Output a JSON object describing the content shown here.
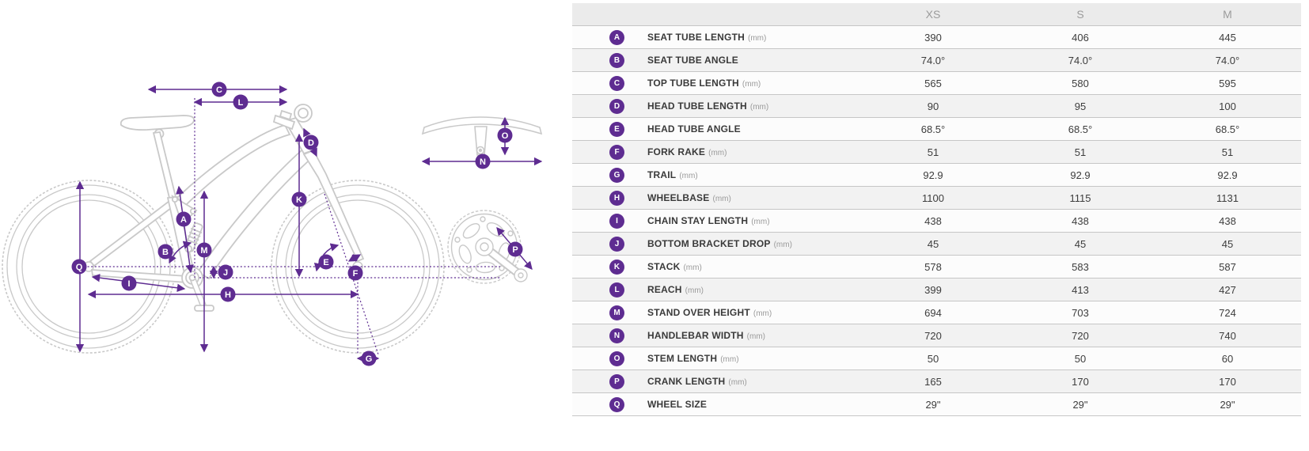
{
  "diagram": {
    "type": "bike-geometry-diagram",
    "figures": [
      "bicycle-side-view",
      "handlebar-top-view",
      "crankset-detail"
    ],
    "marker_letters": [
      "A",
      "B",
      "C",
      "D",
      "E",
      "F",
      "G",
      "H",
      "I",
      "J",
      "K",
      "L",
      "M",
      "N",
      "O",
      "P",
      "Q"
    ],
    "colors": {
      "annotation_purple": "#5e2c91",
      "sketch_gray": "#c9c9c9"
    }
  },
  "table": {
    "size_headers": [
      "XS",
      "S",
      "M"
    ],
    "badge_color": "#5e2c91",
    "rows": [
      {
        "letter": "A",
        "label": "SEAT TUBE LENGTH",
        "unit": "(mm)",
        "values": [
          "390",
          "406",
          "445"
        ]
      },
      {
        "letter": "B",
        "label": "SEAT TUBE ANGLE",
        "unit": "",
        "values": [
          "74.0°",
          "74.0°",
          "74.0°"
        ]
      },
      {
        "letter": "C",
        "label": "TOP TUBE LENGTH",
        "unit": "(mm)",
        "values": [
          "565",
          "580",
          "595"
        ]
      },
      {
        "letter": "D",
        "label": "HEAD TUBE LENGTH",
        "unit": "(mm)",
        "values": [
          "90",
          "95",
          "100"
        ]
      },
      {
        "letter": "E",
        "label": "HEAD TUBE ANGLE",
        "unit": "",
        "values": [
          "68.5°",
          "68.5°",
          "68.5°"
        ]
      },
      {
        "letter": "F",
        "label": "FORK RAKE",
        "unit": "(mm)",
        "values": [
          "51",
          "51",
          "51"
        ]
      },
      {
        "letter": "G",
        "label": "TRAIL",
        "unit": "(mm)",
        "values": [
          "92.9",
          "92.9",
          "92.9"
        ]
      },
      {
        "letter": "H",
        "label": "WHEELBASE",
        "unit": "(mm)",
        "values": [
          "1100",
          "1115",
          "1131"
        ]
      },
      {
        "letter": "I",
        "label": "CHAIN STAY LENGTH",
        "unit": "(mm)",
        "values": [
          "438",
          "438",
          "438"
        ]
      },
      {
        "letter": "J",
        "label": "BOTTOM BRACKET DROP",
        "unit": "(mm)",
        "values": [
          "45",
          "45",
          "45"
        ]
      },
      {
        "letter": "K",
        "label": "STACK",
        "unit": "(mm)",
        "values": [
          "578",
          "583",
          "587"
        ]
      },
      {
        "letter": "L",
        "label": "REACH",
        "unit": "(mm)",
        "values": [
          "399",
          "413",
          "427"
        ]
      },
      {
        "letter": "M",
        "label": "STAND OVER HEIGHT",
        "unit": "(mm)",
        "values": [
          "694",
          "703",
          "724"
        ]
      },
      {
        "letter": "N",
        "label": "HANDLEBAR WIDTH",
        "unit": "(mm)",
        "values": [
          "720",
          "720",
          "740"
        ]
      },
      {
        "letter": "O",
        "label": "STEM LENGTH",
        "unit": "(mm)",
        "values": [
          "50",
          "50",
          "60"
        ]
      },
      {
        "letter": "P",
        "label": "CRANK LENGTH",
        "unit": "(mm)",
        "values": [
          "165",
          "170",
          "170"
        ]
      },
      {
        "letter": "Q",
        "label": "WHEEL SIZE",
        "unit": "",
        "values": [
          "29\"",
          "29\"",
          "29\""
        ]
      }
    ]
  }
}
